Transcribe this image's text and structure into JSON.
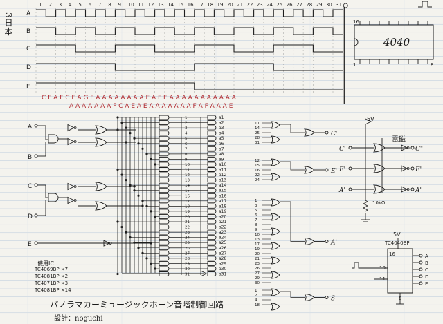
{
  "timing": {
    "vertical_note": "3日本",
    "clock_numbers": [
      "1",
      "2",
      "3",
      "4",
      "5",
      "6",
      "7",
      "8",
      "9",
      "10",
      "11",
      "12",
      "13",
      "14",
      "15",
      "16",
      "17",
      "18",
      "19",
      "20",
      "21",
      "22",
      "23",
      "24",
      "25",
      "26",
      "27",
      "28",
      "29",
      "30",
      "31"
    ],
    "rows": [
      "A",
      "B",
      "C",
      "D",
      "E"
    ],
    "tone_row_1": "C F A F C F A G F A A A A A A A   A E A F E A A A A A A A A A A A",
    "tone_row_2": "A A A A A A A F C A E A E A   A A A A A A F A F A A A E"
  },
  "chip_4040": {
    "label": "4040",
    "pin_16": "16",
    "pin_8": "8",
    "pin_1": "1"
  },
  "inputs": [
    "A",
    "B",
    "C",
    "D",
    "E"
  ],
  "decoder_outputs": [
    "a1",
    "a2",
    "a3",
    "a4",
    "a5",
    "a6",
    "a7",
    "a8",
    "a9",
    "a10",
    "a11",
    "a12",
    "a13",
    "a14",
    "a15",
    "a16",
    "a17",
    "a18",
    "a19",
    "a20",
    "a21",
    "a22",
    "a23",
    "a24",
    "a25",
    "a26",
    "a27",
    "a28",
    "a29",
    "a30",
    "a31"
  ],
  "gate_groups": [
    {
      "inputs": [
        "11",
        "14",
        "25",
        "28",
        "31"
      ],
      "output": "C'"
    },
    {
      "inputs": [
        "12",
        "15",
        "16",
        "22",
        "24"
      ],
      "output": "E'"
    },
    {
      "inputs": [
        "1",
        "3",
        "5",
        "6",
        "7",
        "8",
        "9",
        "10",
        "13",
        "17",
        "19",
        "20",
        "21",
        "23",
        "26",
        "27",
        "29",
        "30"
      ],
      "output": "A'"
    },
    {
      "inputs": [
        "1",
        "2",
        "4",
        "18"
      ],
      "output": "S"
    }
  ],
  "driver": {
    "supply": "5V",
    "device_label": "電磁",
    "inputs": [
      "C'",
      "E'",
      "A'"
    ],
    "outputs": [
      "C\"",
      "E\"",
      "A\""
    ],
    "resistor": "10kΩ"
  },
  "counter_chip": {
    "supply": "5V",
    "label": "TC4040BP",
    "pin_top": "16",
    "pin_clk": "10",
    "pin_reset": "11",
    "pin_gnd": "8",
    "outputs": [
      "A",
      "B",
      "C",
      "D",
      "E"
    ]
  },
  "parts": {
    "header": "使用IC",
    "items": [
      "TC4069BP ×7",
      "TC4081BP ×2",
      "TC4071BP ×3",
      "TC4081BP ×14"
    ]
  },
  "title": "パノラマカーミュージックホーン音階制御回路",
  "designer": "設計：noguchi"
}
